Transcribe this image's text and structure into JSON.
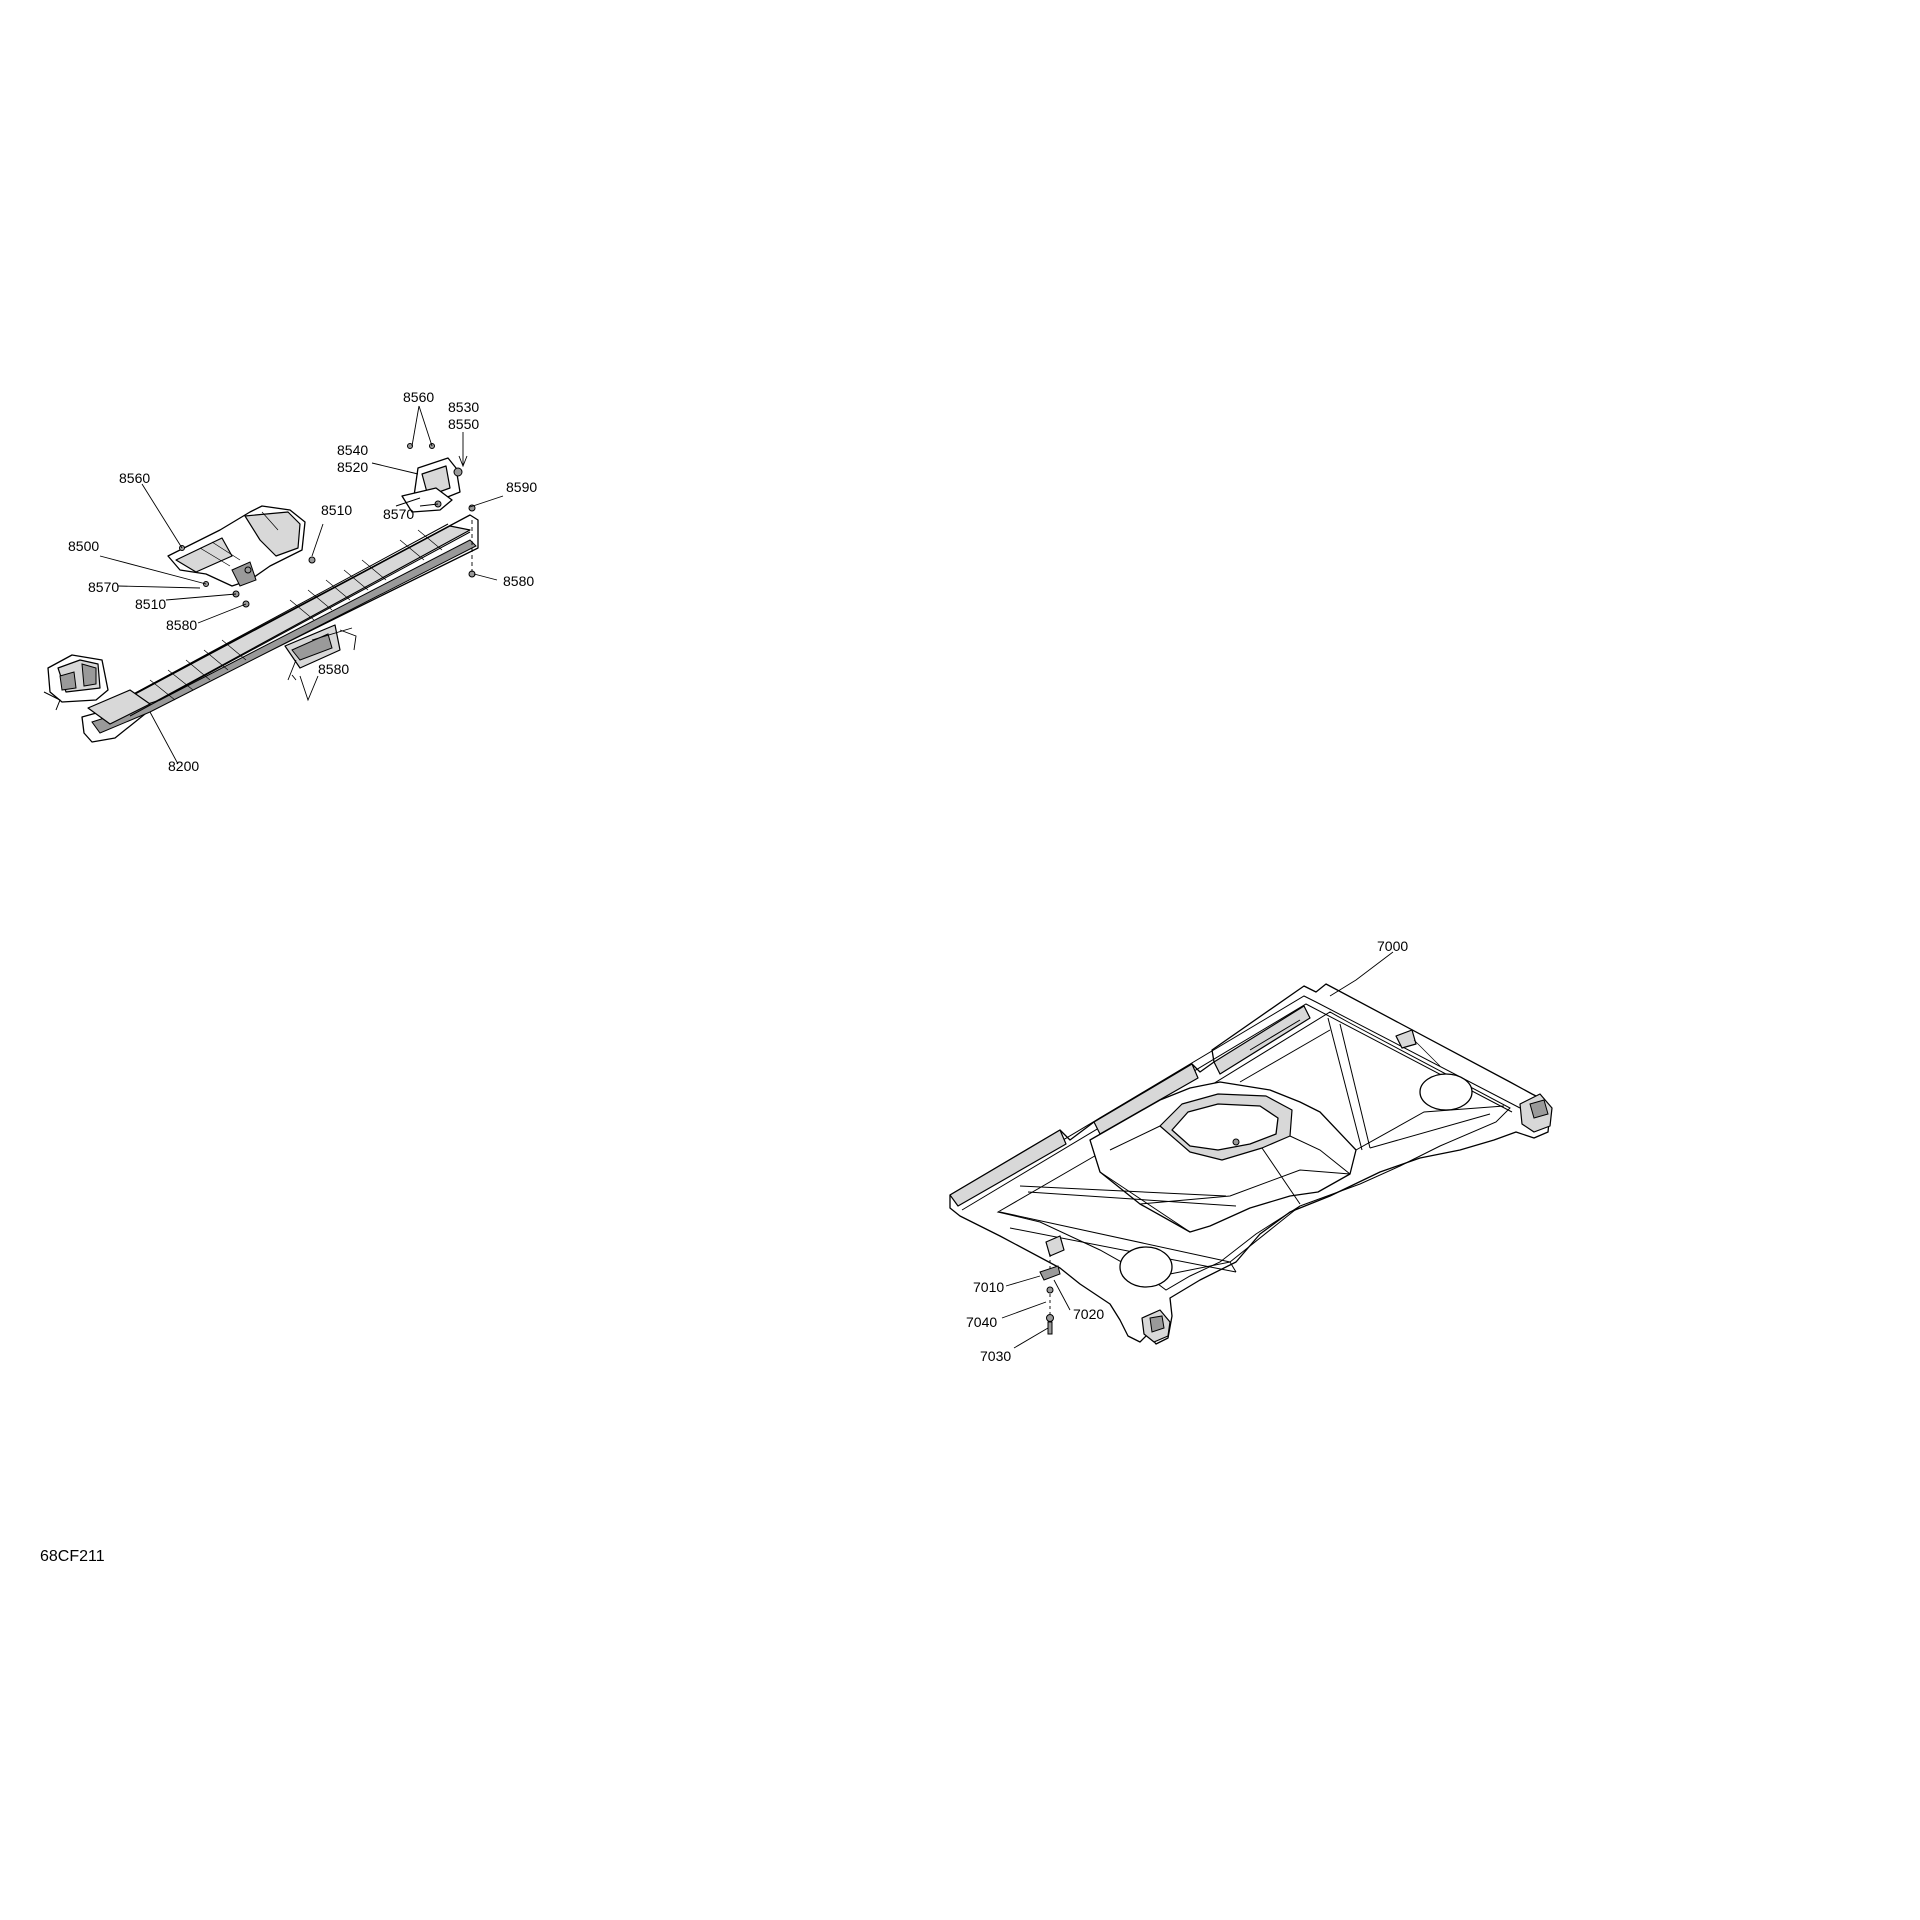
{
  "diagram_code": "68CF211",
  "upper_assembly": {
    "callouts": [
      "8560",
      "8530",
      "8550",
      "8540",
      "8520",
      "8590",
      "8560",
      "8510",
      "8570",
      "8500",
      "8570",
      "8510",
      "8580",
      "8580",
      "8580",
      "8200"
    ]
  },
  "lower_assembly": {
    "callouts": [
      "7000",
      "7010",
      "7020",
      "7040",
      "7030"
    ]
  }
}
